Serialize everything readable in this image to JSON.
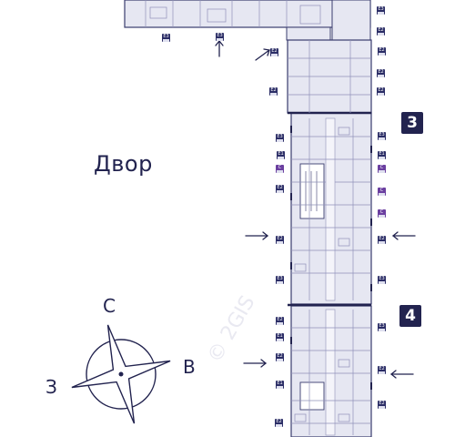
{
  "labels": {
    "yard": "Двор",
    "compass": {
      "north": "С",
      "east": "В",
      "west": "З"
    }
  },
  "sections": [
    {
      "number": "3"
    },
    {
      "number": "4"
    }
  ],
  "tags": {
    "e1": "E1",
    "e2": "E2",
    "e3": "E3",
    "c": "C"
  },
  "colors": {
    "ink": "#22234f",
    "unit_fill": "#e6e7f2",
    "wall": "#3a3c6e",
    "tag_dark": "#2b2d66",
    "tag_purple": "#6b3fa0"
  }
}
